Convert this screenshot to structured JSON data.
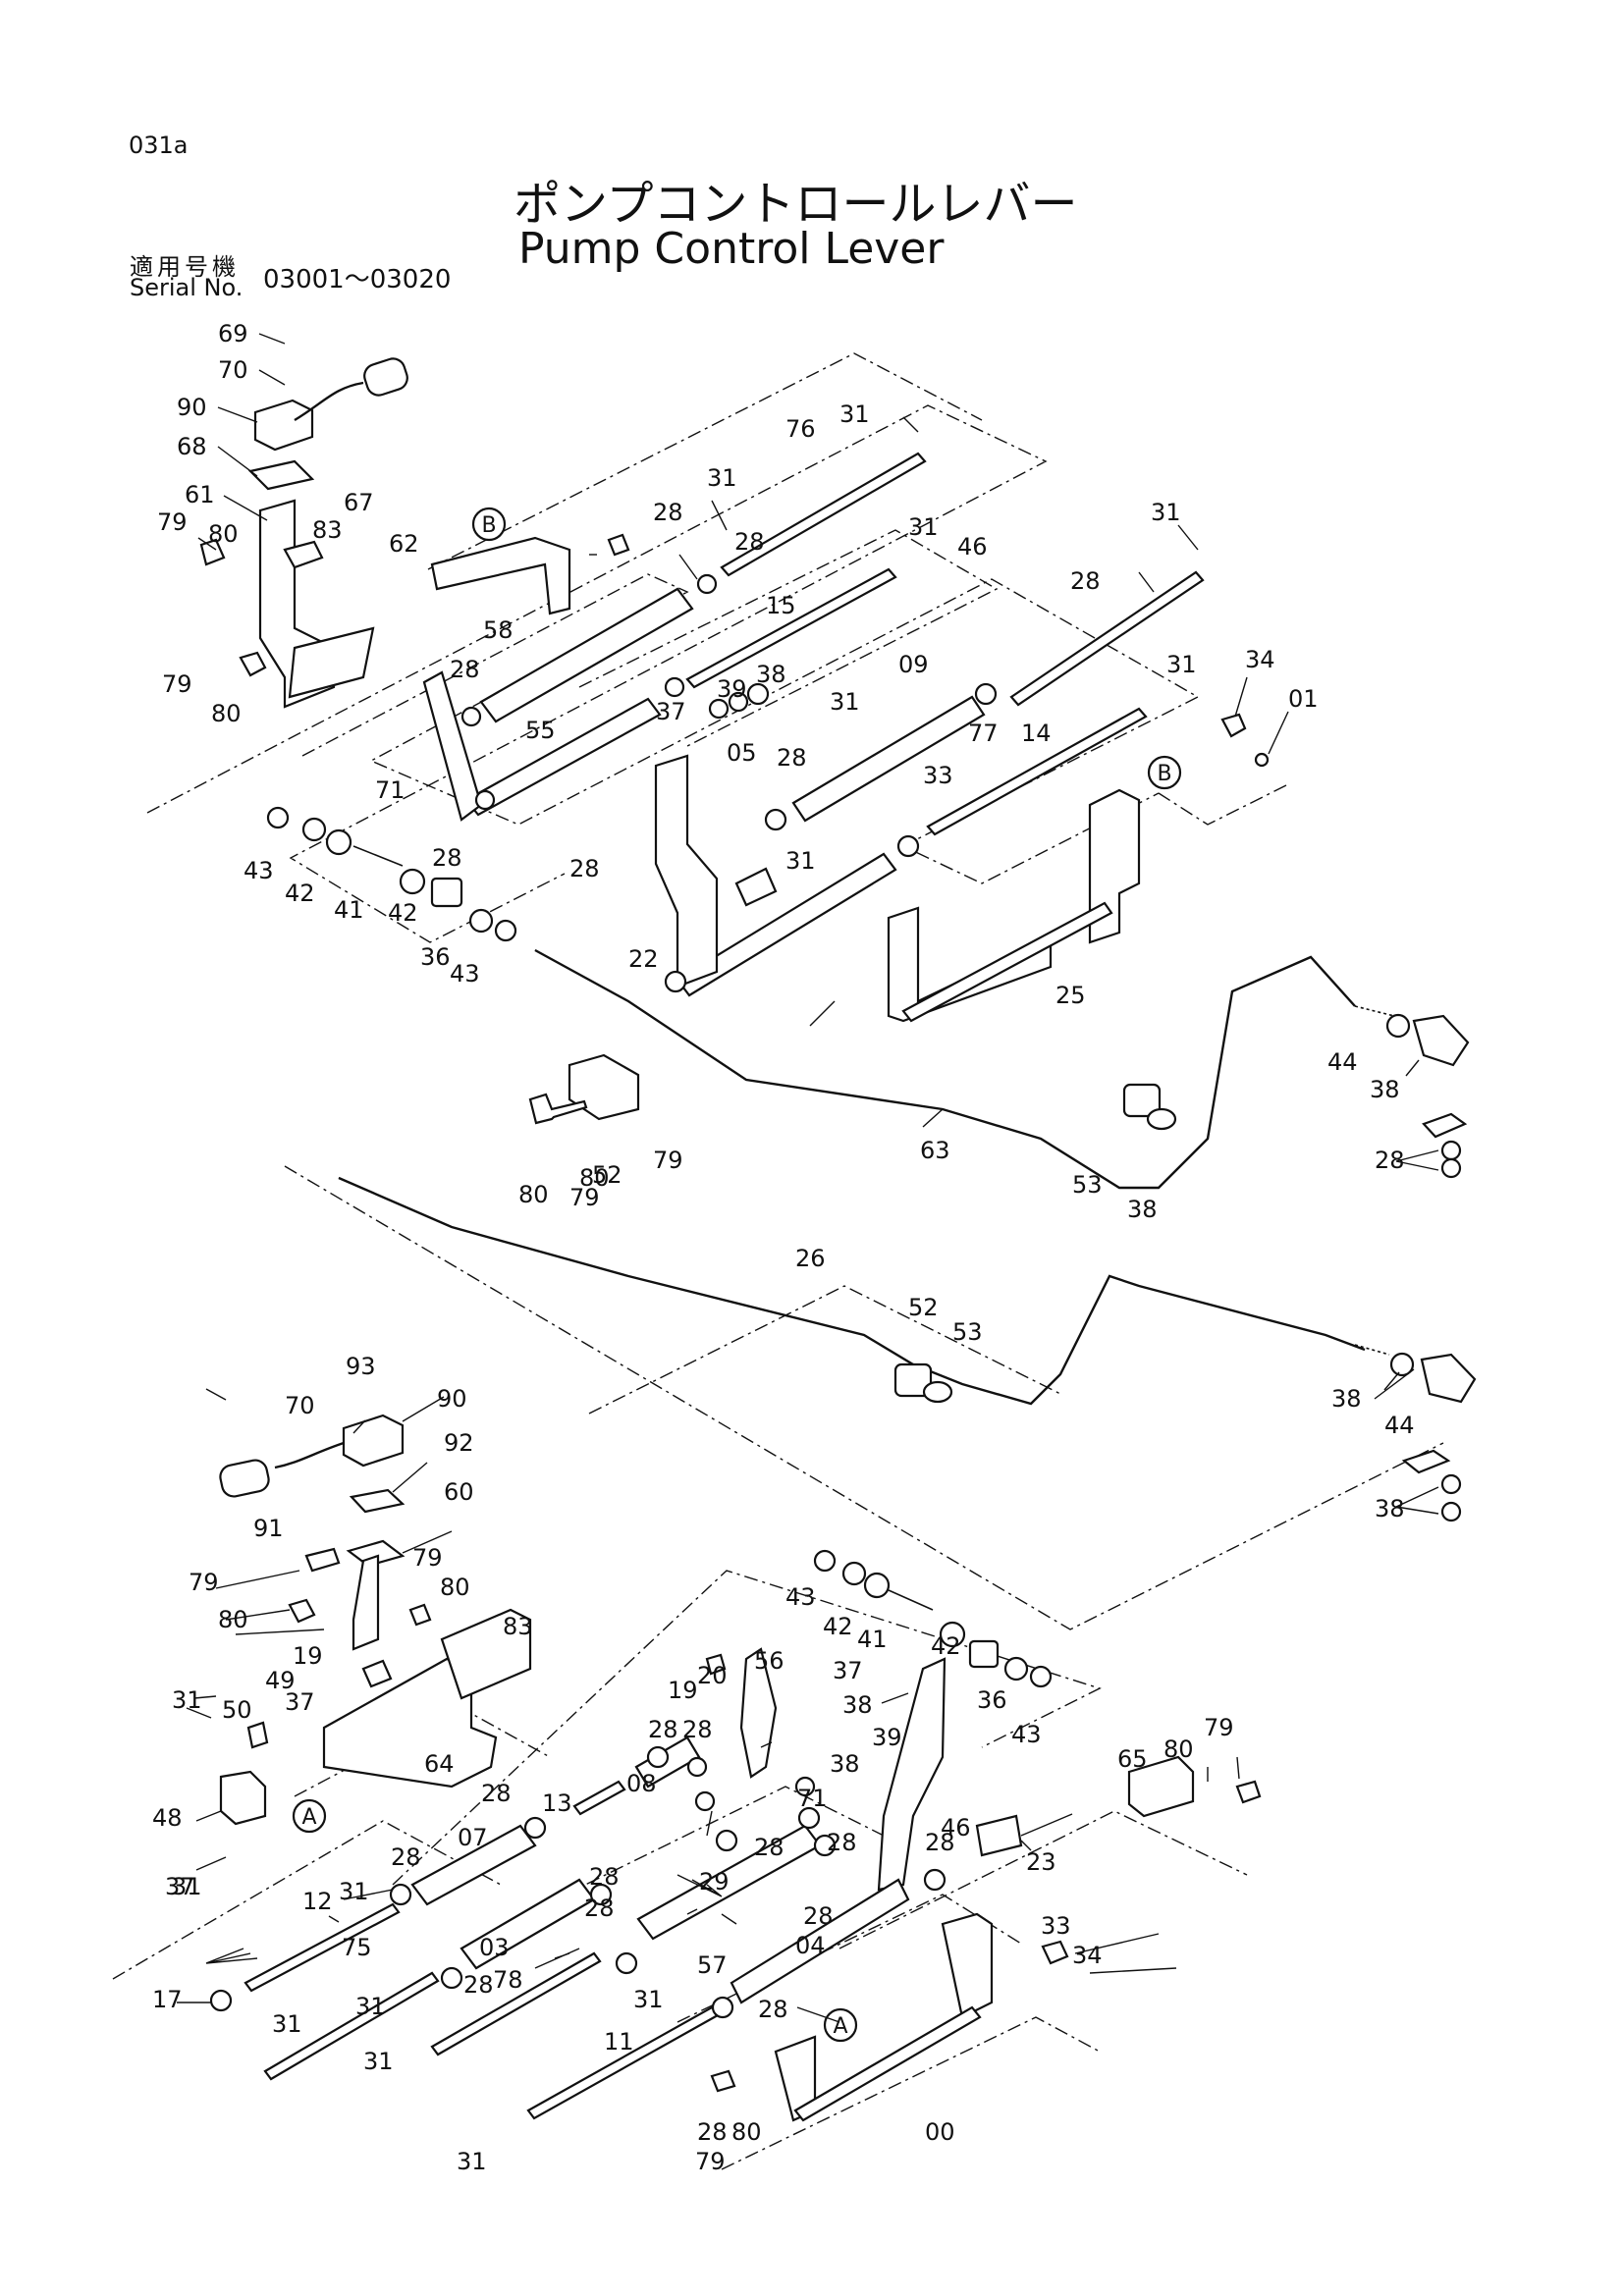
{
  "header": {
    "page_code": "031a",
    "title_jp": "ポンプコントロールレバー",
    "title_en": "Pump Control Lever",
    "serial_label_jp": "適用号機",
    "serial_label_en": "Serial No.",
    "serial_range": "03001～03020"
  },
  "callouts": [
    "A",
    "B"
  ],
  "upper_labels": [
    "69",
    "70",
    "90",
    "68",
    "61",
    "67",
    "83",
    "62",
    "79",
    "80",
    "79",
    "80",
    "79",
    "80",
    "31",
    "76",
    "31",
    "28",
    "31",
    "15",
    "58",
    "28",
    "55",
    "71",
    "28",
    "43",
    "42",
    "41",
    "42",
    "36",
    "43",
    "28",
    "37",
    "39",
    "38",
    "31",
    "46",
    "05",
    "28",
    "22",
    "28",
    "31",
    "77",
    "28",
    "09",
    "31",
    "14",
    "31",
    "33",
    "34",
    "01",
    "25",
    "63",
    "79",
    "80",
    "52",
    "53",
    "38",
    "44",
    "38",
    "28"
  ],
  "lower_labels": [
    "26",
    "52",
    "53",
    "38",
    "44",
    "38",
    "93",
    "70",
    "90",
    "92",
    "60",
    "91",
    "79",
    "80",
    "79",
    "80",
    "83",
    "19",
    "49",
    "37",
    "31",
    "50",
    "48",
    "37",
    "64",
    "07",
    "28",
    "28",
    "12",
    "31",
    "31",
    "17",
    "31",
    "75",
    "03",
    "78",
    "28",
    "31",
    "31",
    "13",
    "08",
    "28",
    "28",
    "19",
    "20",
    "56",
    "38",
    "71",
    "28",
    "29",
    "28",
    "28",
    "57",
    "04",
    "28",
    "28",
    "11",
    "31",
    "31",
    "28",
    "37",
    "39",
    "38",
    "43",
    "42",
    "41",
    "42",
    "36",
    "43",
    "46",
    "23",
    "28",
    "65",
    "80",
    "79",
    "33",
    "34",
    "00",
    "79",
    "80",
    "28"
  ]
}
